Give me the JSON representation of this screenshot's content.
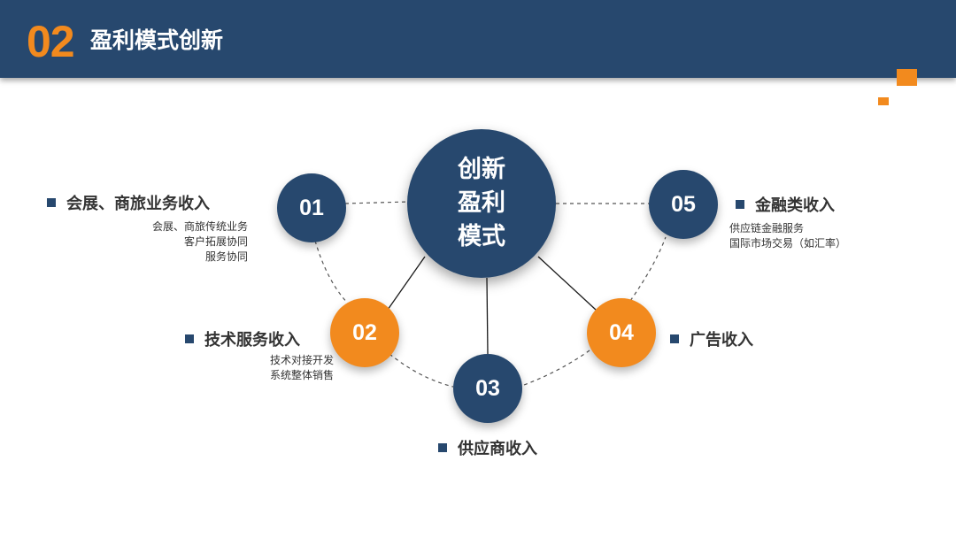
{
  "header": {
    "number": "02",
    "title": "盈利模式创新"
  },
  "center": {
    "lines": [
      "创新",
      "盈利",
      "模式"
    ]
  },
  "nodes": [
    {
      "number": "01",
      "title": "会展、商旅业务收入",
      "desc": [
        "会展、商旅传统业务",
        "客户拓展协同",
        "服务协同"
      ]
    },
    {
      "number": "02",
      "title": "技术服务收入",
      "desc": [
        "技术对接开发",
        "系统整体销售"
      ]
    },
    {
      "number": "03",
      "title": "供应商收入",
      "desc": []
    },
    {
      "number": "04",
      "title": "广告收入",
      "desc": []
    },
    {
      "number": "05",
      "title": "金融类收入",
      "desc": [
        "供应链金融服务",
        "国际市场交易（如汇率）"
      ]
    }
  ],
  "colors": {
    "navy": "#27486e",
    "orange": "#f28a1e",
    "text": "#333333"
  }
}
